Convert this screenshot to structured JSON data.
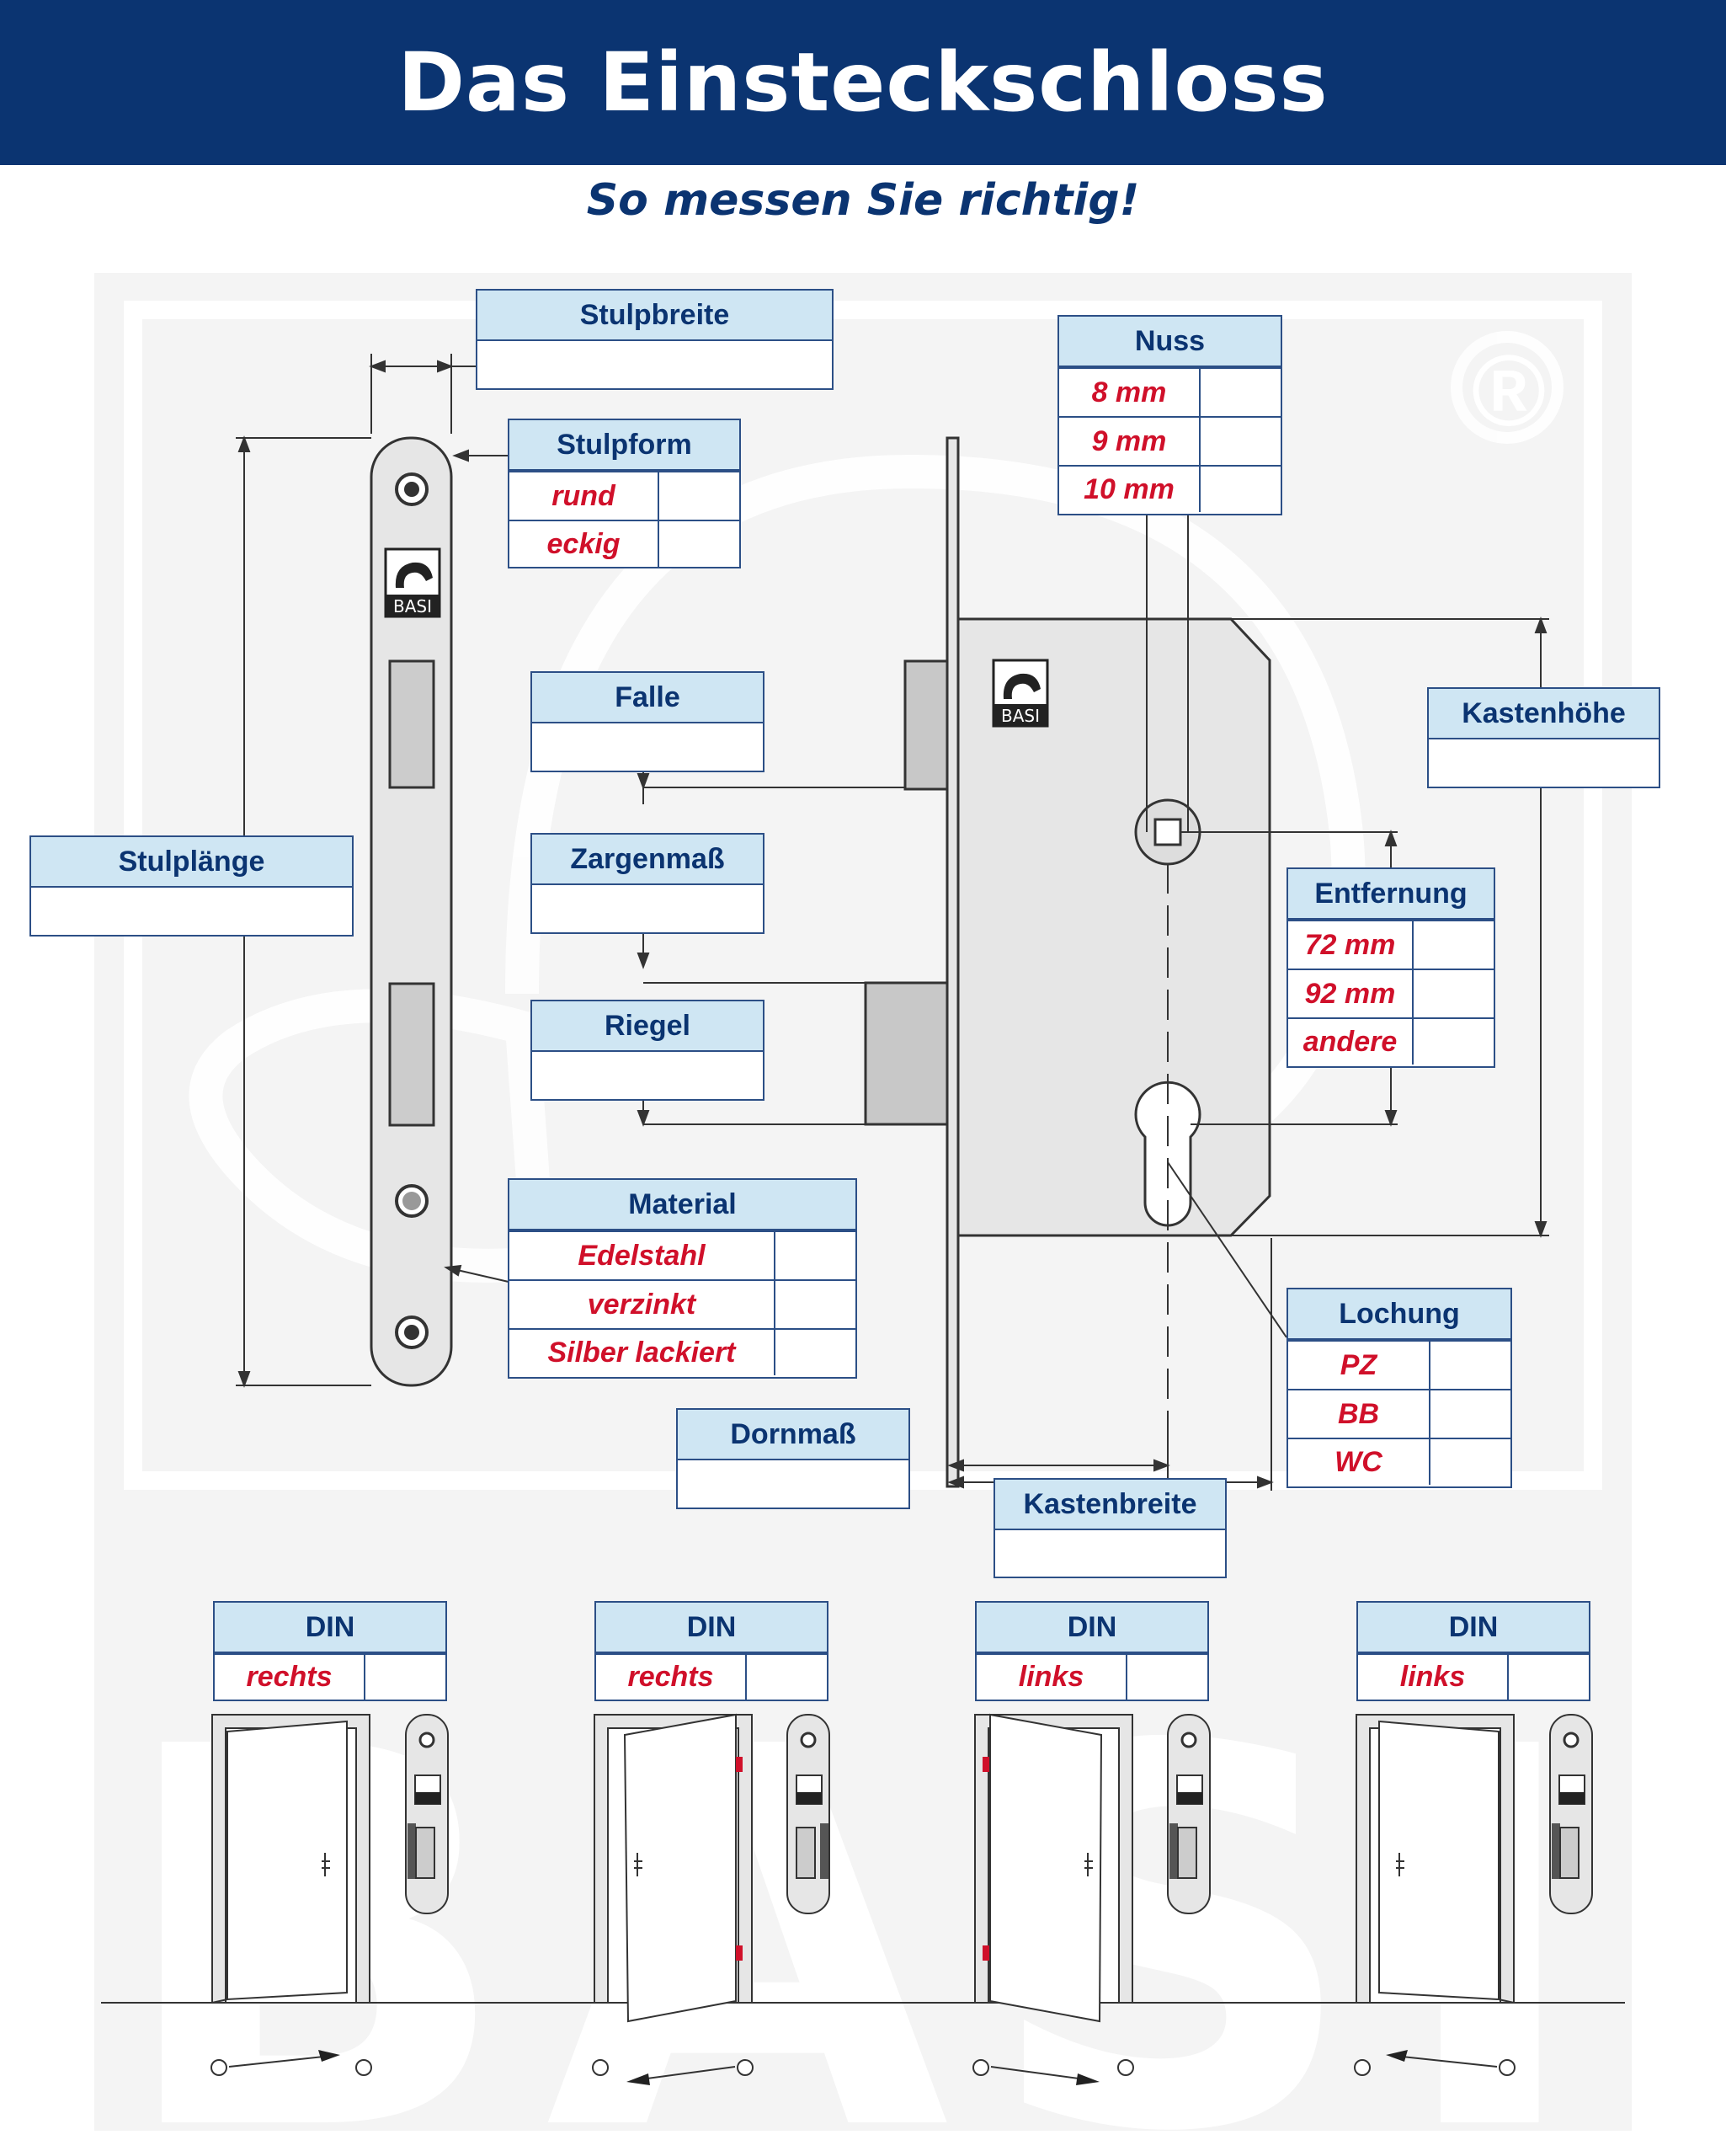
{
  "header": {
    "title": "Das Einsteckschloss",
    "subtitle": "So messen Sie richtig!"
  },
  "labels": {
    "stulpbreite": "Stulpbreite",
    "stulpform": "Stulpform",
    "stulpform_options": [
      "rund",
      "eckig"
    ],
    "falle": "Falle",
    "zargenmass": "Zargenmaß",
    "riegel": "Riegel",
    "stulplaenge": "Stulplänge",
    "material": "Material",
    "material_options": [
      "Edelstahl",
      "verzinkt",
      "Silber lackiert"
    ],
    "nuss": "Nuss",
    "nuss_options": [
      "8 mm",
      "9 mm",
      "10 mm"
    ],
    "kastenhoehe": "Kastenhöhe",
    "entfernung": "Entfernung",
    "entfernung_options": [
      "72 mm",
      "92 mm",
      "andere"
    ],
    "lochung": "Lochung",
    "lochung_options": [
      "PZ",
      "BB",
      "WC"
    ],
    "dornmass": "Dornmaß",
    "kastenbreite": "Kastenbreite"
  },
  "brand": {
    "logo_text": "BASI",
    "watermark_text": "BASI",
    "registered": "®"
  },
  "din": [
    {
      "header": "DIN",
      "option": "rechts"
    },
    {
      "header": "DIN",
      "option": "rechts"
    },
    {
      "header": "DIN",
      "option": "links"
    },
    {
      "header": "DIN",
      "option": "links"
    }
  ],
  "colors": {
    "header_bg": "#0b3471",
    "box_header": "#cfe6f3",
    "option_red": "#d0102a",
    "border": "#2c4f86",
    "lock_grey": "#e6e6e6"
  }
}
